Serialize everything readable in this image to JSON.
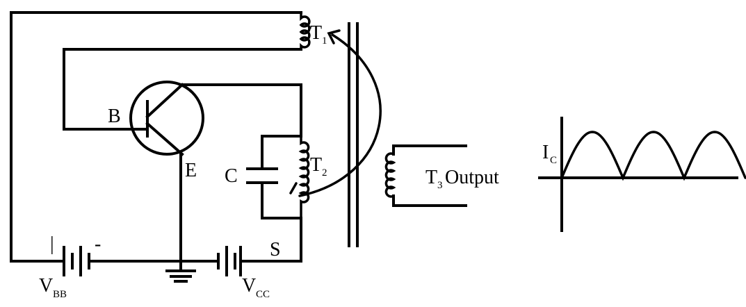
{
  "labels": {
    "base": "B",
    "emitter": "E",
    "capacitor": "C",
    "t1_main": "T",
    "t1_sub": "1",
    "t2_main": "T",
    "t2_sub": "2",
    "t3_main": "T",
    "t3_sub": "3",
    "output": "Output",
    "switch": "S",
    "vbb_main": "V",
    "vbb_sub": "BB",
    "vcc_main": "V",
    "vcc_sub": "CC",
    "ic_main": "I",
    "ic_sub": "C",
    "plus": "|",
    "minus": "-"
  },
  "waveform": {
    "type": "rectified-sine",
    "cycles": 3
  }
}
